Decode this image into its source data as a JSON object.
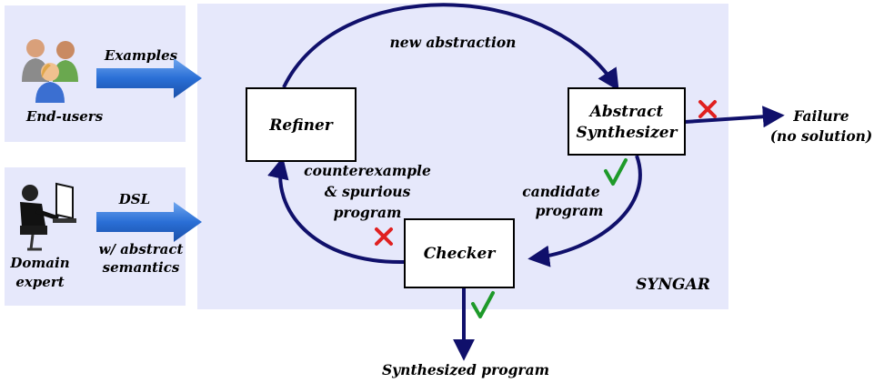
{
  "colors": {
    "panel": "#e6e8fb",
    "loop": "#10106b",
    "arrow_blue": "#2a6fd6",
    "cross": "#e02020",
    "check": "#1e9a2a"
  },
  "inputs": {
    "end_users": {
      "label": "End-users",
      "edge_label": "Examples",
      "icon": "users-icon"
    },
    "domain_expert": {
      "label_line1": "Domain",
      "label_line2": "expert",
      "edge_label": "DSL",
      "edge_label2_line1": "w/ abstract",
      "edge_label2_line2": "semantics",
      "icon": "person-at-computer-icon"
    }
  },
  "system": {
    "name": "SYNGAR",
    "refiner": "Refiner",
    "synthesizer_line1": "Abstract",
    "synthesizer_line2": "Synthesizer",
    "checker": "Checker"
  },
  "edges": {
    "new_abstraction": "new abstraction",
    "candidate_line1": "candidate",
    "candidate_line2": "program",
    "counterexample_line1": "counterexample",
    "counterexample_line2": "& spurious",
    "counterexample_line3": "program"
  },
  "outputs": {
    "failure_line1": "Failure",
    "failure_line2": "(no solution)",
    "synthesized": "Synthesized program"
  }
}
